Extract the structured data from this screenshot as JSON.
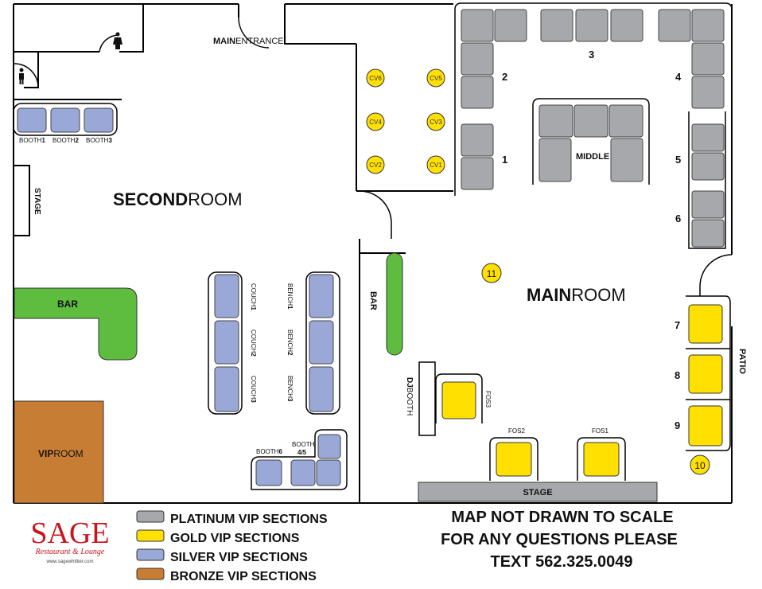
{
  "colors": {
    "platinum": "#a6a8ab",
    "gold": "#ffe000",
    "silver": "#99a8d6",
    "bronze": "#c87d35",
    "bar": "#5ebd3e",
    "stage": "#a6a8ab",
    "phone": "#e8141c"
  },
  "rooms": {
    "main_entrance_bold": "MAIN",
    "main_entrance_rest": "ENTRANCE",
    "second_room_bold": "SECOND",
    "second_room_rest": "ROOM",
    "main_room_bold": "MAIN",
    "main_room_rest": "ROOM",
    "vip_room_bold": "VIP",
    "vip_room_rest": "ROOM",
    "patio": "PATIO"
  },
  "features": {
    "stage_left": "STAGE",
    "stage_bottom": "STAGE",
    "bar_left": "BAR",
    "bar_main": "BAR",
    "dj_booth_bold": "DJ",
    "dj_booth_rest": "BOOTH"
  },
  "booths": {
    "booth1_a": "BOOTH",
    "booth1_b": "1",
    "booth2_a": "BOOTH",
    "booth2_b": "2",
    "booth3_a": "BOOTH",
    "booth3_b": "3",
    "booth6_a": "BOOTH",
    "booth6_b": "6",
    "booth45_a": "BOOTH",
    "booth45_b": "4/5"
  },
  "couches": {
    "couch1_a": "COUCH",
    "couch1_b": "1",
    "couch2_a": "COUCH",
    "couch2_b": "2",
    "couch3_a": "COUCH",
    "couch3_b": "3"
  },
  "benches": {
    "bench1_a": "BENCH",
    "bench1_b": "1",
    "bench2_a": "BENCH",
    "bench2_b": "2",
    "bench3_a": "BENCH",
    "bench3_b": "3"
  },
  "cv_tables": [
    "CV6",
    "CV5",
    "CV4",
    "CV3",
    "CV2",
    "CV1"
  ],
  "platinum_numbers": [
    "1",
    "2",
    "3",
    "4",
    "5",
    "6"
  ],
  "middle": "MIDDLE",
  "gold_numbers": [
    "7",
    "8",
    "9",
    "10",
    "11"
  ],
  "fos": [
    "FOS1",
    "FOS2",
    "FOS3"
  ],
  "legend": [
    {
      "label": "PLATINUM VIP SECTIONS",
      "color": "#a6a8ab"
    },
    {
      "label": "GOLD VIP SECTIONS",
      "color": "#ffe000"
    },
    {
      "label": "SILVER VIP SECTIONS",
      "color": "#99a8d6"
    },
    {
      "label": "BRONZE VIP SECTIONS",
      "color": "#c87d35"
    }
  ],
  "notes": {
    "line1": "MAP NOT DRAWN TO SCALE",
    "line2": "FOR ANY QUESTIONS PLEASE",
    "line3": "TEXT 562.325.0049"
  },
  "logo": {
    "name": "SAGE",
    "tagline": "Restaurant & Lounge",
    "url": "www.sagewhittier.com"
  }
}
